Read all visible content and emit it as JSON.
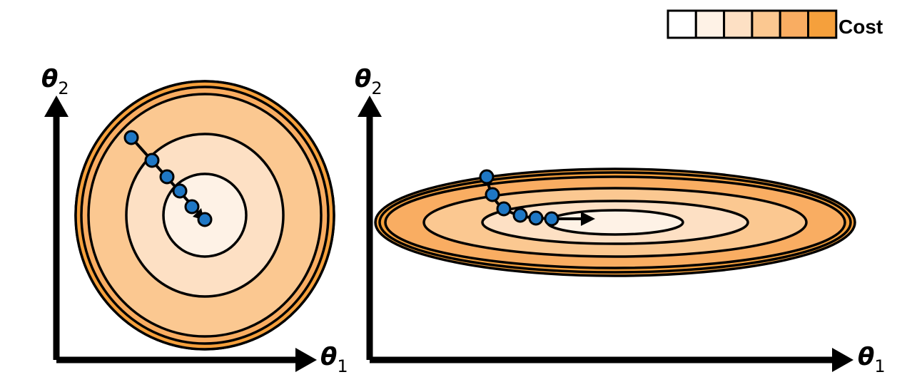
{
  "legend": {
    "label": "Cost",
    "colors": [
      "#ffffff",
      "#fef2e6",
      "#fde0c4",
      "#fbc891",
      "#f9ad62",
      "#f5a03c"
    ]
  },
  "left_panel": {
    "y_axis": {
      "symbol": "θ",
      "subscript": "2"
    },
    "x_axis": {
      "symbol": "θ",
      "subscript": "1"
    }
  },
  "right_panel": {
    "y_axis": {
      "symbol": "θ",
      "subscript": "2"
    },
    "x_axis": {
      "symbol": "θ",
      "subscript": "1"
    }
  },
  "colors": {
    "contour_fills": [
      "#f5a03c",
      "#f9ad62",
      "#fbc891",
      "#fde0c4",
      "#fef2e6"
    ],
    "path_point": "#1f77c4",
    "line": "#000000"
  }
}
